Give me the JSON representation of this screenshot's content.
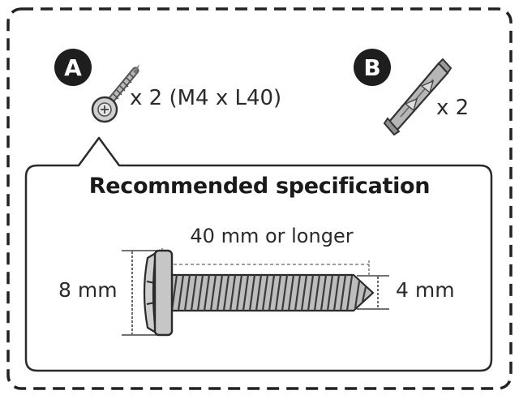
{
  "parts": {
    "a": {
      "letter": "A",
      "quantity": "x 2 (M4 x L40)"
    },
    "b": {
      "letter": "B",
      "quantity": "x 2"
    }
  },
  "spec": {
    "title": "Recommended specification",
    "length": "40 mm or longer",
    "head_diameter": "8 mm",
    "tip_diameter": "4 mm"
  }
}
